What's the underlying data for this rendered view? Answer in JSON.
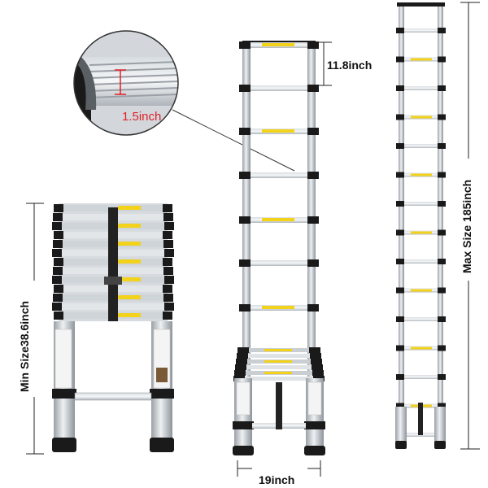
{
  "dimensions": {
    "rung_spacing": "11.8inch",
    "tube_diameter": "1.5inch",
    "width": "19inch",
    "min_size": "Min Size38.6inch",
    "max_size": "Max Size 185inch"
  },
  "colors": {
    "aluminum": "#c9ced3",
    "aluminum_dark": "#8e959c",
    "rung_black": "#1a1a1a",
    "label_yellow": "#f2d21b",
    "highlight_red": "#e0202a",
    "dimension_line": "#222222"
  },
  "icons": [
    "collapsed-ladder",
    "extended-ladder",
    "max-ladder",
    "magnifier-callout"
  ]
}
